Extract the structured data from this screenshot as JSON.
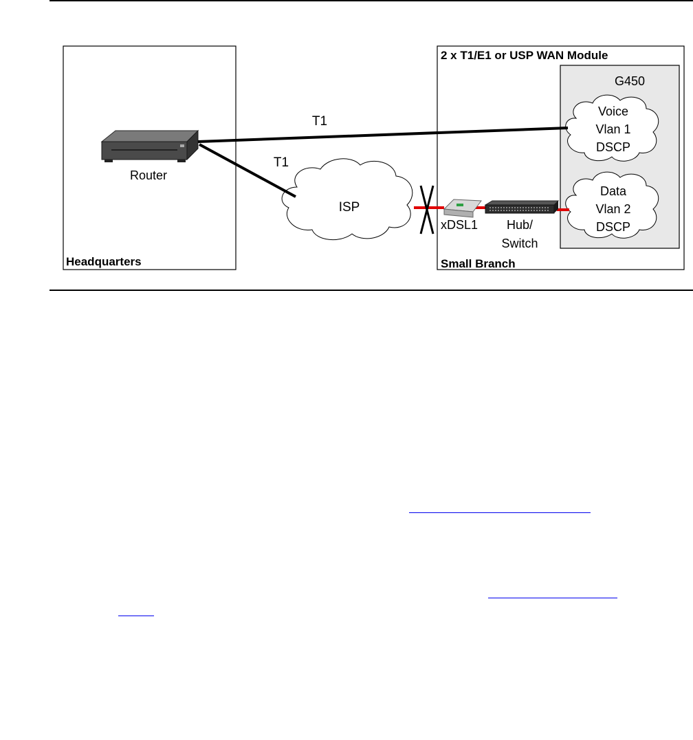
{
  "diagram": {
    "headquarters": {
      "label": "Headquarters",
      "router_label": "Router"
    },
    "links": {
      "direct_label": "T1",
      "isp_link_label": "T1"
    },
    "isp": {
      "label": "ISP"
    },
    "branch": {
      "header": "2 x T1/E1 or USP WAN Module",
      "label": "Small Branch",
      "gateway": "G450",
      "modem_label": "xDSL1",
      "switch_label_line1": "Hub/",
      "switch_label_line2": "Switch",
      "voice": {
        "line1": "Voice",
        "line2": "Vlan 1",
        "line3": "DSCP"
      },
      "data": {
        "line1": "Data",
        "line2": "Vlan 2",
        "line3": "DSCP"
      }
    },
    "colors": {
      "line": "#000000",
      "lan_link": "#e00000",
      "gateway_fill": "#e8e8e8",
      "link_underline": "#0000ee"
    }
  }
}
